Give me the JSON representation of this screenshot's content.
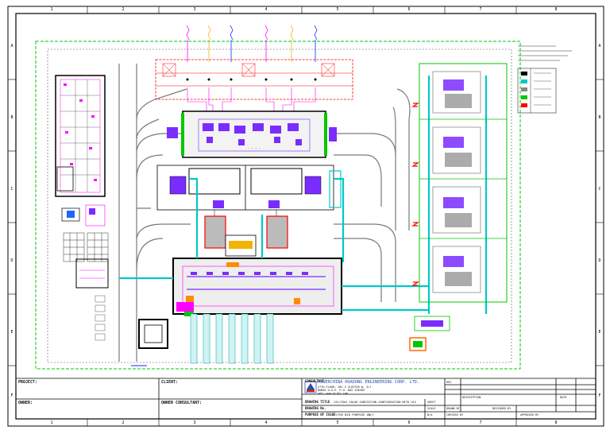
{
  "sheet": {
    "columns": [
      "1",
      "2",
      "3",
      "4",
      "5",
      "6",
      "7",
      "8"
    ],
    "rows": [
      "A",
      "B",
      "C",
      "D",
      "E",
      "F"
    ]
  },
  "title_block": {
    "project_label": "PROJECT:",
    "client_label": "CLIENT:",
    "owner_label": "OWNER:",
    "owner_consultant_label": "OWNER CONSULTANT:",
    "consultant_label": "CONSULTANT",
    "consultant_name": "POWERCHINA HUADONG ENGINEERING CORP. LTD.",
    "consultant_address_1": "27TH FLOOR, JBC 5 CLUSTER W, JLT",
    "consultant_address_2": "DUBAI U.A.E. P.O. BOX 336383",
    "consultant_web": "web: www.ecidi.com",
    "drawing_title_label": "DRAWING TITLE",
    "drawing_title": "132/33kV SOLAR SUBSTATION CONFIGURATION WITH GIS",
    "drawing_no_label": "DRAWING No.",
    "purpose_label": "PURPOSE OF ISSUE:",
    "purpose_value": "FOR BID PURPOSE ONLY",
    "rev_label": "REV",
    "date_label": "DATE",
    "description_label": "DESCRIPTION",
    "drawn_label": "DRAWN BY",
    "designed_label": "DESIGNED BY",
    "checked_label": "CHECKED BY",
    "approved_label": "APPROVED BY",
    "scale_label": "SCALE",
    "scale_value": "N/A",
    "sheet_label": "SHEET"
  },
  "colors": {
    "fence_green": "#00c800",
    "road_gray": "#7a7a7a",
    "building_red": "#ff0000",
    "equipment_purple": "#7a2cff",
    "cable_cyan": "#00c8c8",
    "line_magenta": "#ff00ff",
    "conductor_blue": "#0030ff",
    "conductor_yellow": "#f2b400"
  },
  "icons": [
    "north-arrow-icon",
    "company-logo-icon"
  ]
}
